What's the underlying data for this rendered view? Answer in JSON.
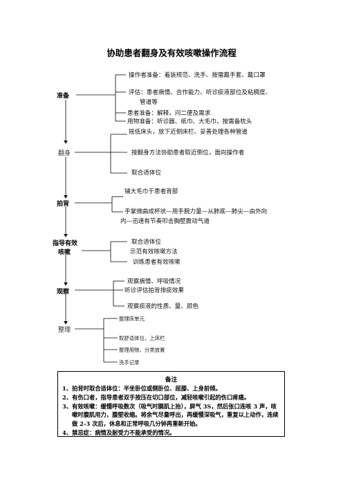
{
  "title": "协助患者翻身及有效咳嗽操作流程",
  "stages": {
    "prepare": {
      "label": "准备",
      "steps": [
        "操作者准备：着装规范、洗手、按需戴手套、戴口罩",
        "评估：患者病情、合作能力、听诊痰液部位及粘稠度、",
        "管道等",
        "患者准备：解释，问二便及需求",
        "用物准备：听诊器、纸巾、大毛巾，按需备枕头"
      ]
    },
    "turn": {
      "label": "翻身",
      "steps": [
        "摇低床头，放下近侧床栏、妥善处理各种管道",
        "按翻身方法协助患者取近侧位，面向操作者",
        "取合适体位"
      ]
    },
    "pat": {
      "label": "拍背",
      "steps": [
        "铺大毛巾于患者背部",
        "手掌微曲成杯状—用手腕力量—从肺底—肺尖—由外向",
        "内—迅速有节奏叩击胸壁震动气道"
      ]
    },
    "cough": {
      "label_line1": "指导有效",
      "label_line2": "咳嗽",
      "steps": [
        "取合适体位",
        "示范有效咳嗽方法",
        "训练患者有效咳嗽"
      ]
    },
    "observe": {
      "label": "观察",
      "steps": [
        "观察病情、呼吸情况",
        "听诊评估拍背排痰效果",
        "观察痰液的性质、量、颜色"
      ]
    },
    "tidy": {
      "label": "整理",
      "steps": [
        "整理床单元",
        "取舒适体位，上床栏",
        "整理用物、分类放置",
        "洗手记录"
      ]
    }
  },
  "notes": {
    "title": "备注",
    "items": [
      "1、拍背时取合适体位：半坐卧位或侧卧位、屈膝、上身前倾。",
      "2、有伤口者，指导患者双手按压在切口部位，减轻咳嗽引起的伤口疼痛。",
      "3、有效咳嗽：缓慢呼吸数次（吸气时膈肌上抬），屏气 3S，然后张口连咳 3 声，咳嗽时腹肌用力，腹壁收缩。将余气尽量呼出，再缓慢深吸气，重复以上动作，连续做 2-3 次后，休息和正常呼吸几分钟再重新开始。",
      "4、禁忌症：病情及耐受力不能承受的情况。"
    ]
  }
}
